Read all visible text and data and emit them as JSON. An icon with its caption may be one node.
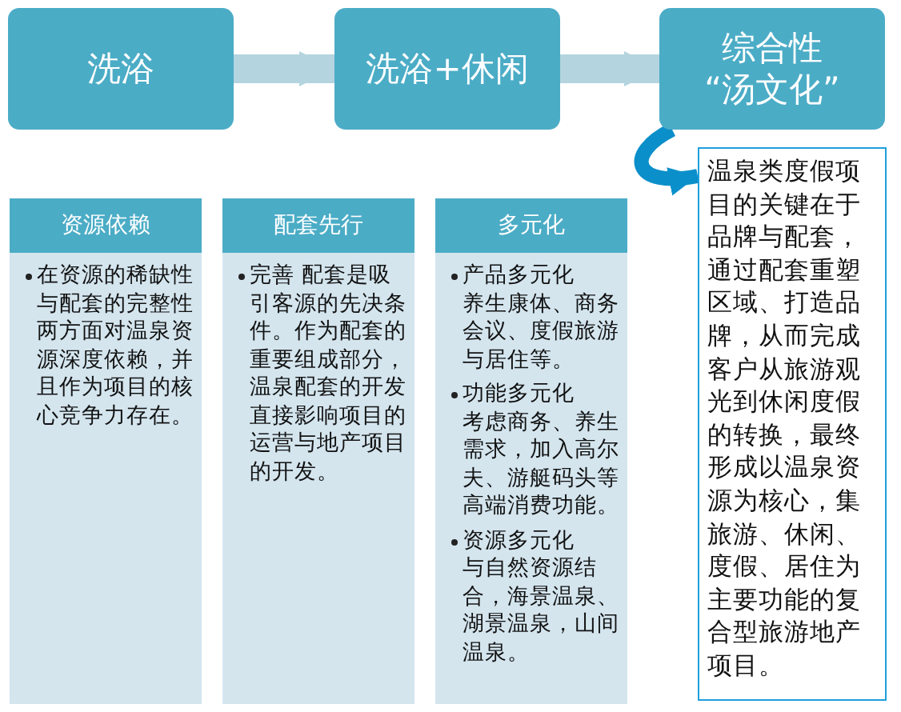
{
  "diagram": {
    "nodes": [
      {
        "text": [
          "洗浴"
        ]
      },
      {
        "text": [
          "洗浴+休闲"
        ]
      },
      {
        "text": [
          "综合性",
          "“汤文化”"
        ]
      },
      {
        "text": [
          "资源依赖",
          "在资源的稀缺性与配套的完整性两方面对温泉资源深度依赖，并且作为项目的核心竞争力存在。"
        ]
      },
      {
        "text": [
          "配套先行",
          "完善 配套是吸引客源的先决条件。作为配套的重要组成部分，温泉配套的开发直接影响项目的运营与地产项目的开发。"
        ]
      },
      {
        "text": [
          "多元化",
          "产品多元化",
          "养生康体、商务会议、度假旅游与居住等。",
          "功能多元化",
          "考虑商务、养生需求，加入高尔夫、游艇码头等高端消费功能。",
          "资源多元化",
          "与自然资源结合，海景温泉、湖景温泉，山间温泉。"
        ]
      },
      {
        "text": [
          "温泉类度假项目的关键在于品牌与配套，通过配套重塑区域、打造品牌，从而完成客户从旅游观光到休闲度假的转换，最终形成以温泉资源为核心，集旅游、休闲、度假、居住为主要功能的复合型旅游地产项目。"
        ]
      }
    ],
    "edges": [
      {
        "from": 0,
        "to": 1,
        "arrow": "to"
      },
      {
        "from": 1,
        "to": 2,
        "arrow": "to"
      },
      {
        "from": 2,
        "to": 6,
        "arrow": "to",
        "color": "#0b8fca"
      }
    ]
  }
}
